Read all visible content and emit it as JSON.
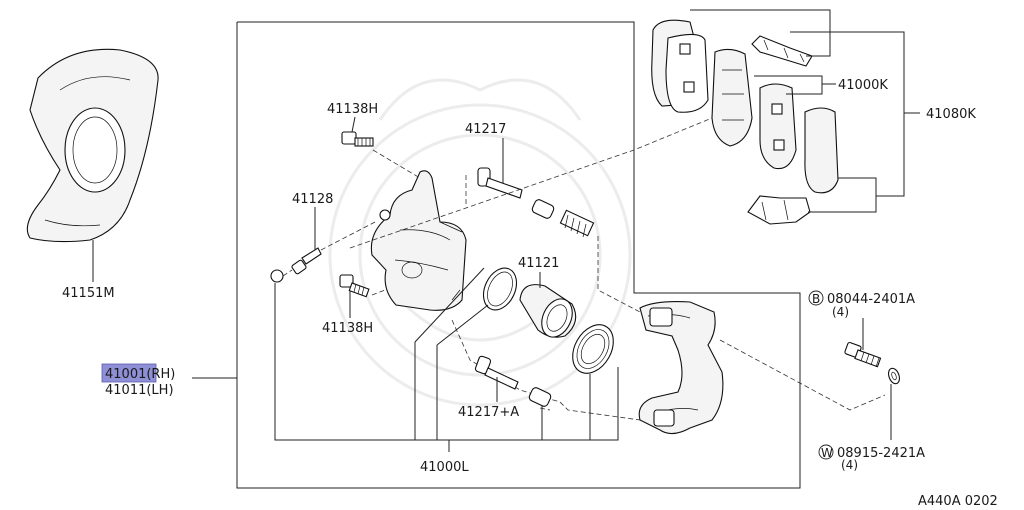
{
  "parts": {
    "splash_shield": "41151M",
    "caliper_rh_num": "41001",
    "caliper_rh_suffix": "(RH)",
    "caliper_lh": "41011(LH)",
    "bolt_top": "41138H",
    "bolt_bottom": "41138H",
    "bleeder": "41128",
    "pin_upper": "41217",
    "piston": "41121",
    "pin_lower": "41217+A",
    "seal_kit": "41000L",
    "pad_kit": "41000K",
    "pad_set": "41080K",
    "bolt_b_letter": "B",
    "bolt_b_num": "08044-2401A",
    "bolt_b_qty": "(4)",
    "washer_letter": "W",
    "washer_num": "08915-2421A",
    "washer_qty": "(4)"
  },
  "footer": {
    "figure_code": "A440A 0202"
  },
  "colors": {
    "highlight": "#8f8fd6",
    "line": "#222222",
    "watermark": "#ececec"
  }
}
